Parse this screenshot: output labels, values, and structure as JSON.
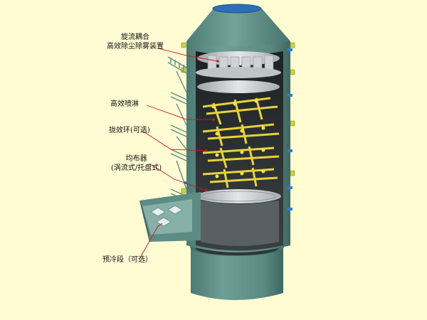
{
  "labels": {
    "demister": {
      "line1": "旋流耦合",
      "line2": "高效除尘除雾装置"
    },
    "spray": "高效喷淋",
    "packing": "拢效环(可选)",
    "distributor": {
      "line1": "均布器",
      "line2": "(涡流式/托盘式)"
    },
    "precooler": "预冷段（可选）"
  },
  "colors": {
    "background": "#FFFBD2",
    "tower_body": "#5E8E86",
    "tower_dark": "#3F6660",
    "interior": "#2A2E30",
    "spray_pipes": "#E7D33B",
    "callout_lines": "#D11A1A",
    "flange_bands": "#2F7FC8",
    "nozzles": "#C9D43B"
  },
  "icons": [
    "stair-icon",
    "nozzle-icon",
    "inlet-duct-icon"
  ]
}
